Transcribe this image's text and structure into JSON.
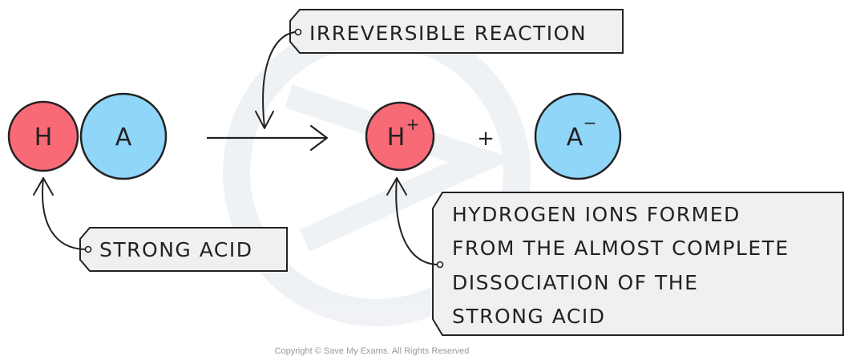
{
  "colors": {
    "hydrogen": "#f76a76",
    "anion": "#8fd6f9",
    "tag_fill": "#f0f0f0",
    "outline": "#222222"
  },
  "atoms": {
    "ha_h": "H",
    "ha_a": "A",
    "h_ion": "H",
    "h_ion_charge": "+",
    "plus_sign": "+",
    "a_ion": "A",
    "a_ion_charge": "−"
  },
  "labels": {
    "irreversible": "IRREVERSIBLE REACTION",
    "strong_acid": "STRONG ACID",
    "hydrogen_ions": [
      "HYDROGEN IONS FORMED",
      "FROM THE ALMOST COMPLETE",
      "DISSOCIATION OF THE",
      "STRONG ACID"
    ]
  },
  "copyright": "Copyright © Save My Exams. All Rights Reserved"
}
